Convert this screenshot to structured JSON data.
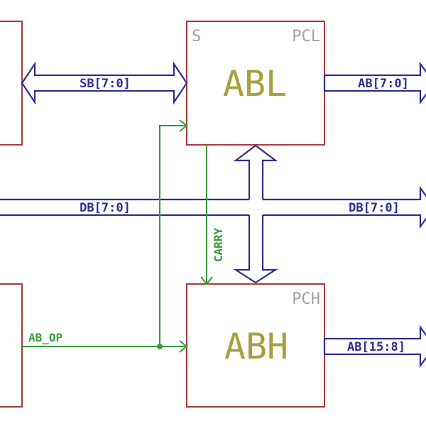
{
  "blocks": {
    "abl": {
      "name": "ABL",
      "pin_left": "S",
      "pin_right": "PCL"
    },
    "abh": {
      "name": "ABH",
      "pin_right": "PCH"
    }
  },
  "buses": {
    "sb": "SB[7:0]",
    "ab_low": "AB[7:0]",
    "db_left": "DB[7:0]",
    "db_right": "DB[7:0]",
    "ab_high": "AB[15:8]"
  },
  "wires": {
    "carry": "CARRY",
    "ab_op": "AB_OP"
  },
  "colors": {
    "block_border": "#b03838",
    "bus": "#2c2c96",
    "wire": "#3a9a3a",
    "block_name": "#a8a040",
    "pin_text": "#a0a0a0"
  }
}
